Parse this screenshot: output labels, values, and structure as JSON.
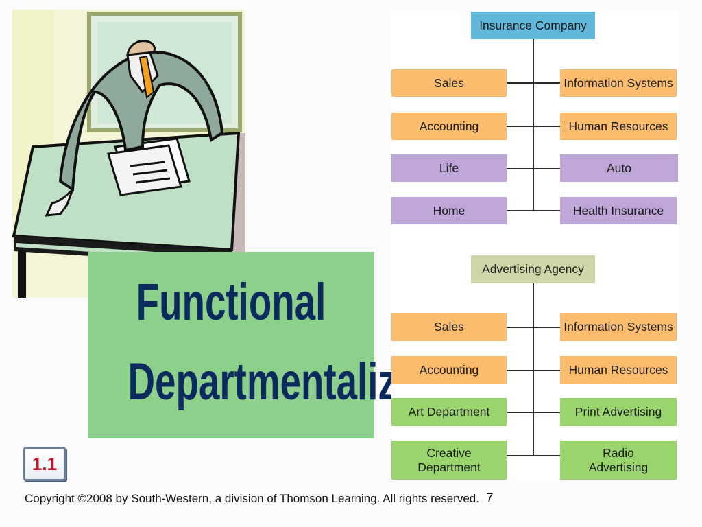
{
  "slide_number": "1.1",
  "title": {
    "line1": "Functional",
    "line2": "Departmentalization"
  },
  "footer": {
    "copyright": "Copyright ©2008 by South-Western, a division of Thomson Learning.  All rights reserved.",
    "page": "7"
  },
  "org_charts": [
    {
      "root": "Insurance Company",
      "rows": [
        [
          "Sales",
          "Information Systems"
        ],
        [
          "Accounting",
          "Human Resources"
        ],
        [
          "Life",
          "Auto"
        ],
        [
          "Home",
          "Health Insurance"
        ]
      ]
    },
    {
      "root": "Advertising Agency",
      "rows": [
        [
          "Sales",
          "Information Systems"
        ],
        [
          "Accounting",
          "Human Resources"
        ],
        [
          "Art Department",
          "Print Advertising"
        ],
        [
          "Creative\nDepartment",
          "Radio\nAdvertising"
        ]
      ]
    }
  ],
  "colors": {
    "insurance_root": "#62b8db",
    "functional_units": "#fbbc6e",
    "insurance_products": "#bfa6d8",
    "agency_root": "#cfd5a6",
    "agency_services": "#9ad46c",
    "title_box": "#8cd08c",
    "title_text": "#0b2a5e",
    "badge_text": "#c0182a"
  },
  "clipart_icon": "businessman-at-desk-illustration"
}
